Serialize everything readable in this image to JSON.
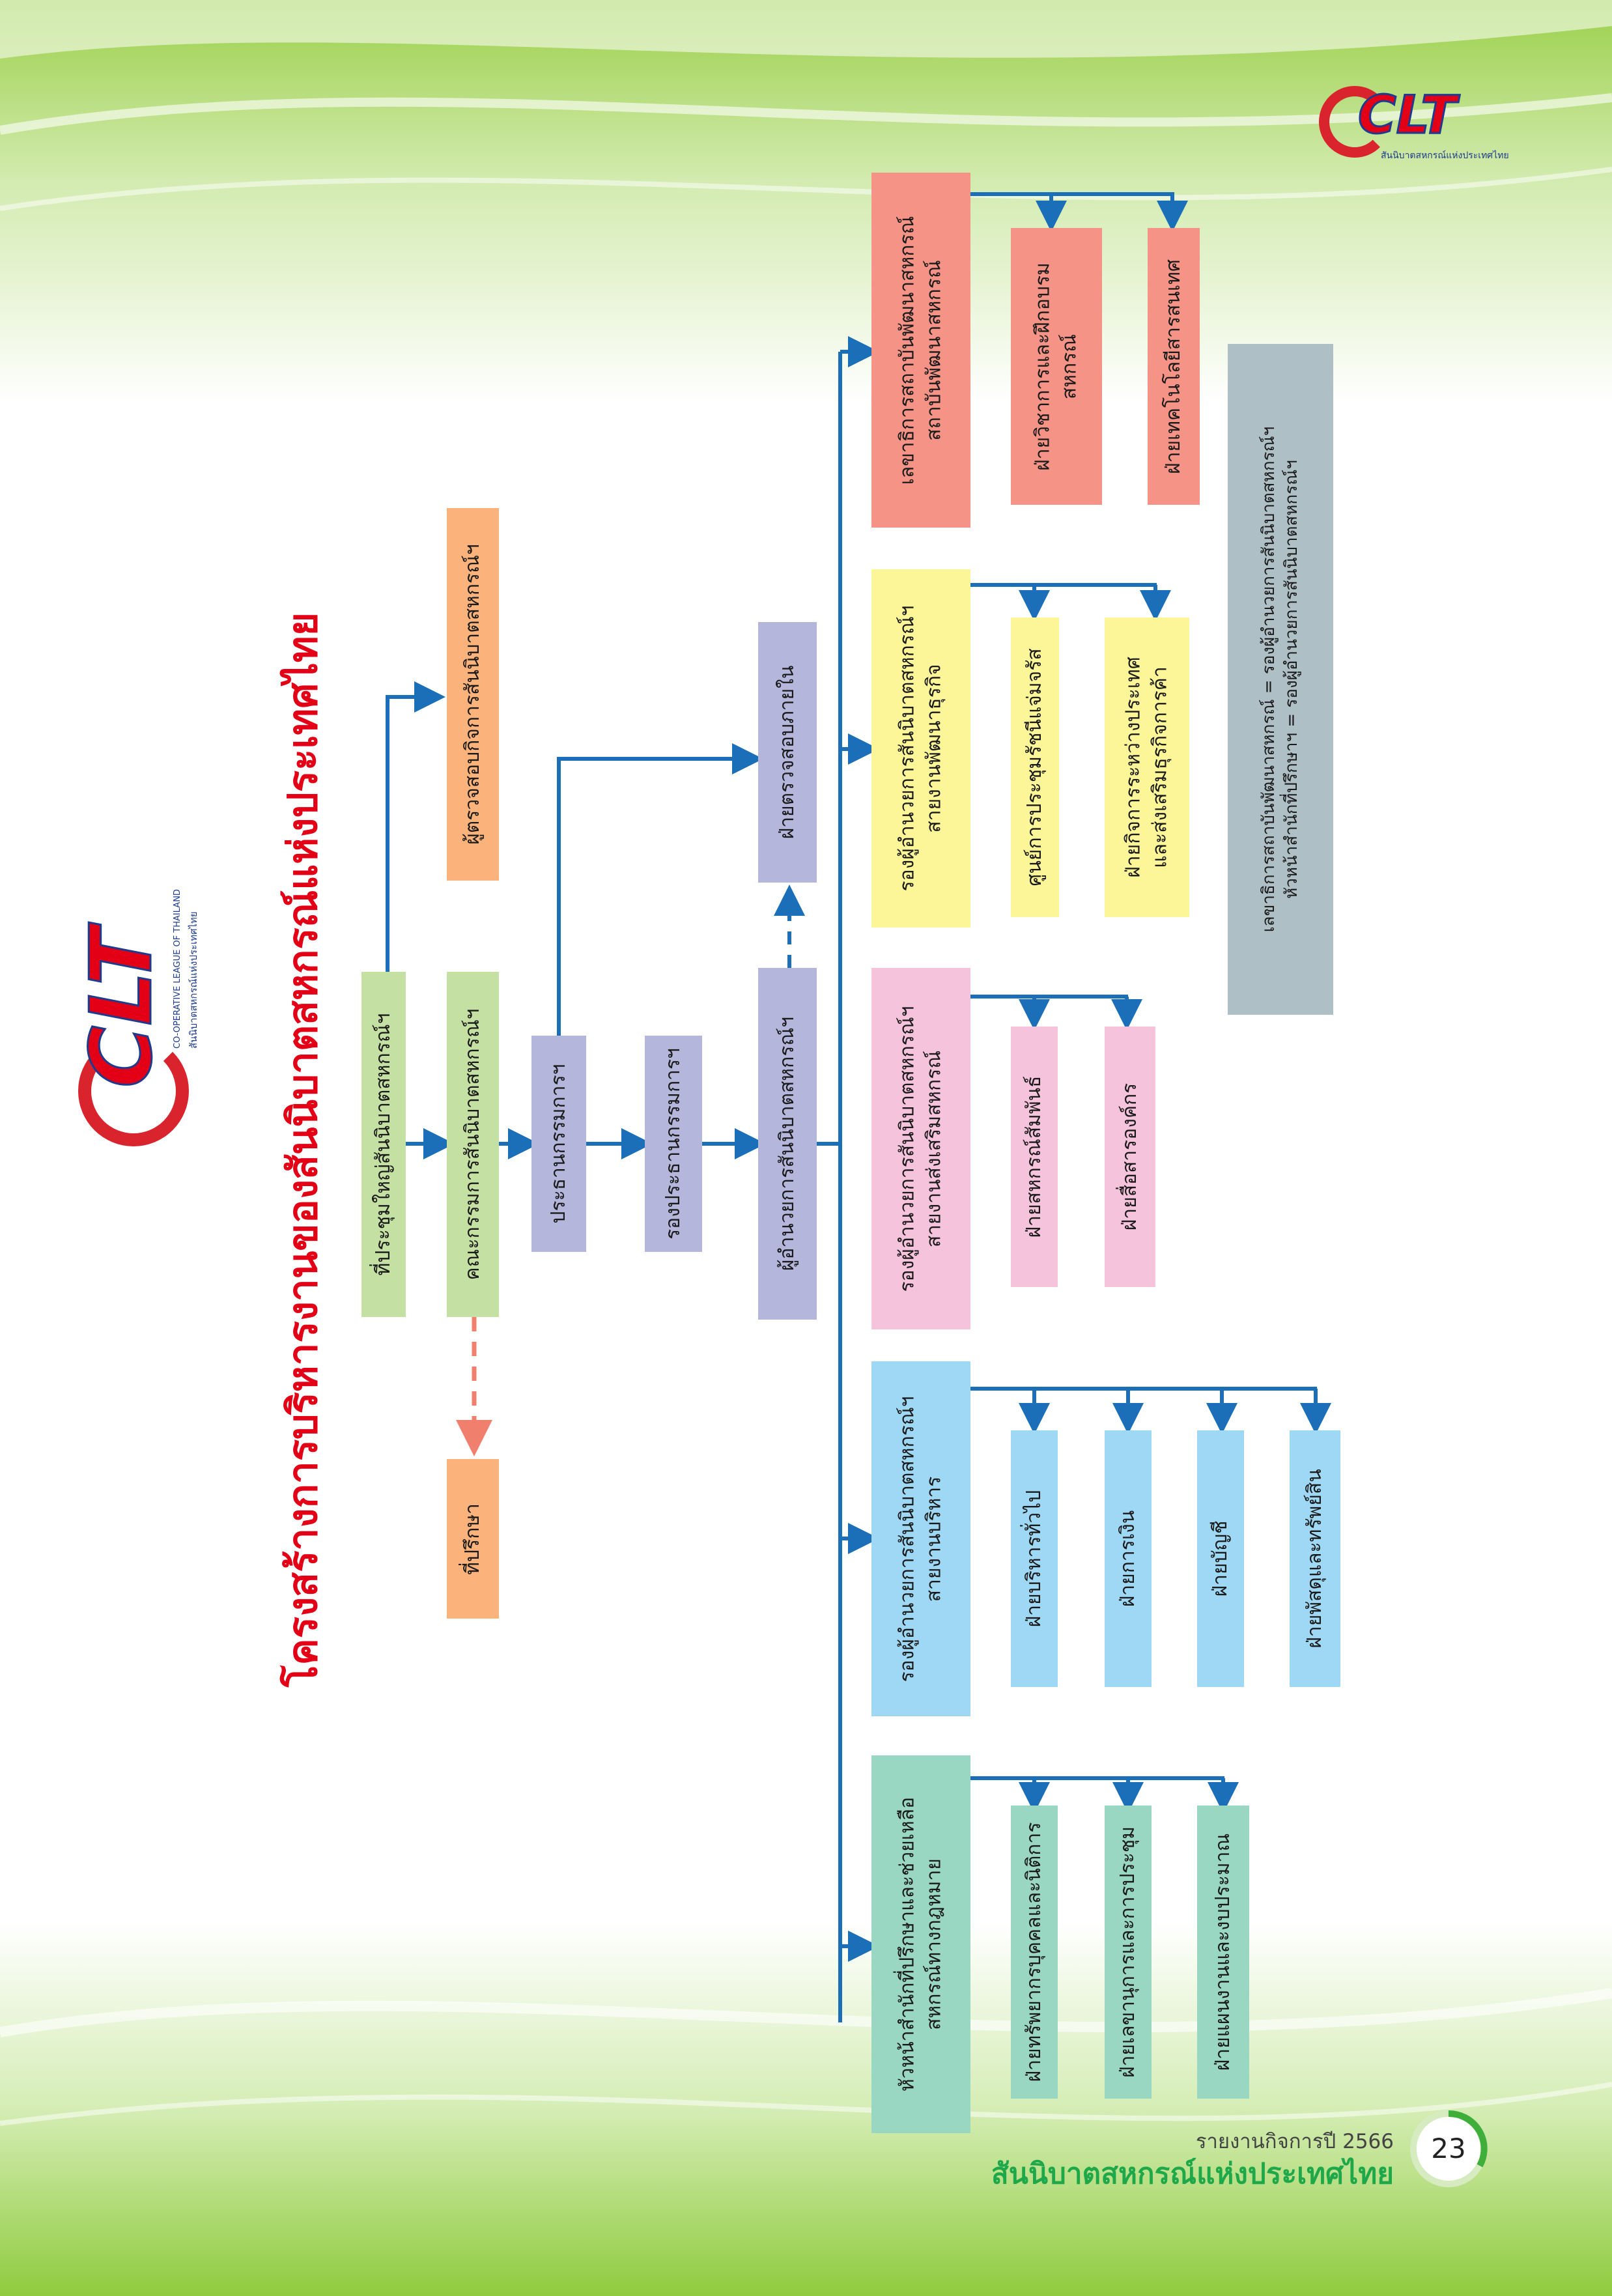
{
  "title": "โครงสร้างการบริหารงานของสันนิบาตสหกรณ์แห่งประเทศไทย",
  "logo": {
    "text": "CLT",
    "subtitle": "CO-OPERATIVE LEAGUE OF THAILAND",
    "subtitle_th": "สันนิบาตสหกรณ์แห่งประเทศไทย"
  },
  "colors": {
    "green": "#c5e0a3",
    "orange": "#fbb27b",
    "purple": "#b4b6dc",
    "pink": "#f5c3dc",
    "yellow": "#fcf699",
    "blue": "#9fd8f5",
    "teal": "#99d7c2",
    "salmon": "#f59386",
    "note": "#afbfc6",
    "connector": "#1b6fb8",
    "dashed_red": "#f07f6e",
    "title": "#e30016"
  },
  "boxes": {
    "general_meeting": "ที่ประชุมใหญ่สันนิบาตสหกรณ์ฯ",
    "board": "คณะกรรมการสันนิบาตสหกรณ์ฯ",
    "auditor": "ผู้ตรวจสอบกิจการสันนิบาตสหกรณ์ฯ",
    "advisor": "ที่ปรึกษา",
    "chairman": "ประธานกรรมการฯ",
    "vice_chairman": "รองประธานกรรมการฯ",
    "director": "ผู้อำนวยการสันนิบาตสหกรณ์ฯ",
    "internal_audit": "ฝ่ายตรวจสอบภายใน",
    "legal_head": [
      "หัวหน้าสำนักที่ปรึกษาและช่วยเหลือ",
      "สหกรณ์ทางกฎหมาย"
    ],
    "admin_deputy": [
      "รองผู้อำนวยการสันนิบาตสหกรณ์ฯ",
      "สายงานบริหาร"
    ],
    "promo_deputy": [
      "รองผู้อำนวยการสันนิบาตสหกรณ์ฯ",
      "สายงานส่งเสริมสหกรณ์"
    ],
    "business_deputy": [
      "รองผู้อำนวยการสันนิบาตสหกรณ์ฯ",
      "สายงานพัฒนาธุรกิจ"
    ],
    "institute_secretary": [
      "เลขาธิการสถาบันพัฒนาสหกรณ์",
      "สถาบันพัฒนาสหกรณ์"
    ]
  },
  "departments": {
    "legal": [
      "ฝ่ายทรัพยากรบุคคลและนิติการ",
      "ฝ่ายเลขานุการและการประชุม",
      "ฝ่ายแผนงานและงบประมาณ"
    ],
    "admin": [
      "ฝ่ายบริหารทั่วไป",
      "ฝ่ายการเงิน",
      "ฝ่ายบัญชี",
      "ฝ่ายพัสดุและทรัพย์สิน"
    ],
    "promo": [
      "ฝ่ายสหกรณ์สัมพันธ์",
      "ฝ่ายสื่อสารองค์กร"
    ],
    "business": [
      "ศูนย์การประชุมรัชนีแจ่มจรัส",
      [
        "ฝ่ายกิจการระหว่างประเทศ",
        "และส่งเสริมธุรกิจการค้า"
      ]
    ],
    "institute": [
      [
        "ฝ่ายวิชาการและฝึกอบรม",
        "สหกรณ์"
      ],
      "ฝ่ายเทคโนโลยีสารสนเทศ"
    ]
  },
  "note": [
    "เลขาธิการสถาบันพัฒนาสหกรณ์ = รองผู้อำนวยการสันนิบาตสหกรณ์ฯ",
    "หัวหน้าสำนักที่ปรึกษาฯ = รองผู้อำนวยการสันนิบาตสหกรณ์ฯ"
  ],
  "footer": {
    "report_year": "รายงานกิจการปี 2566",
    "org_name": "สันนิบาตสหกรณ์แห่งประเทศไทย",
    "page_number": "23"
  }
}
